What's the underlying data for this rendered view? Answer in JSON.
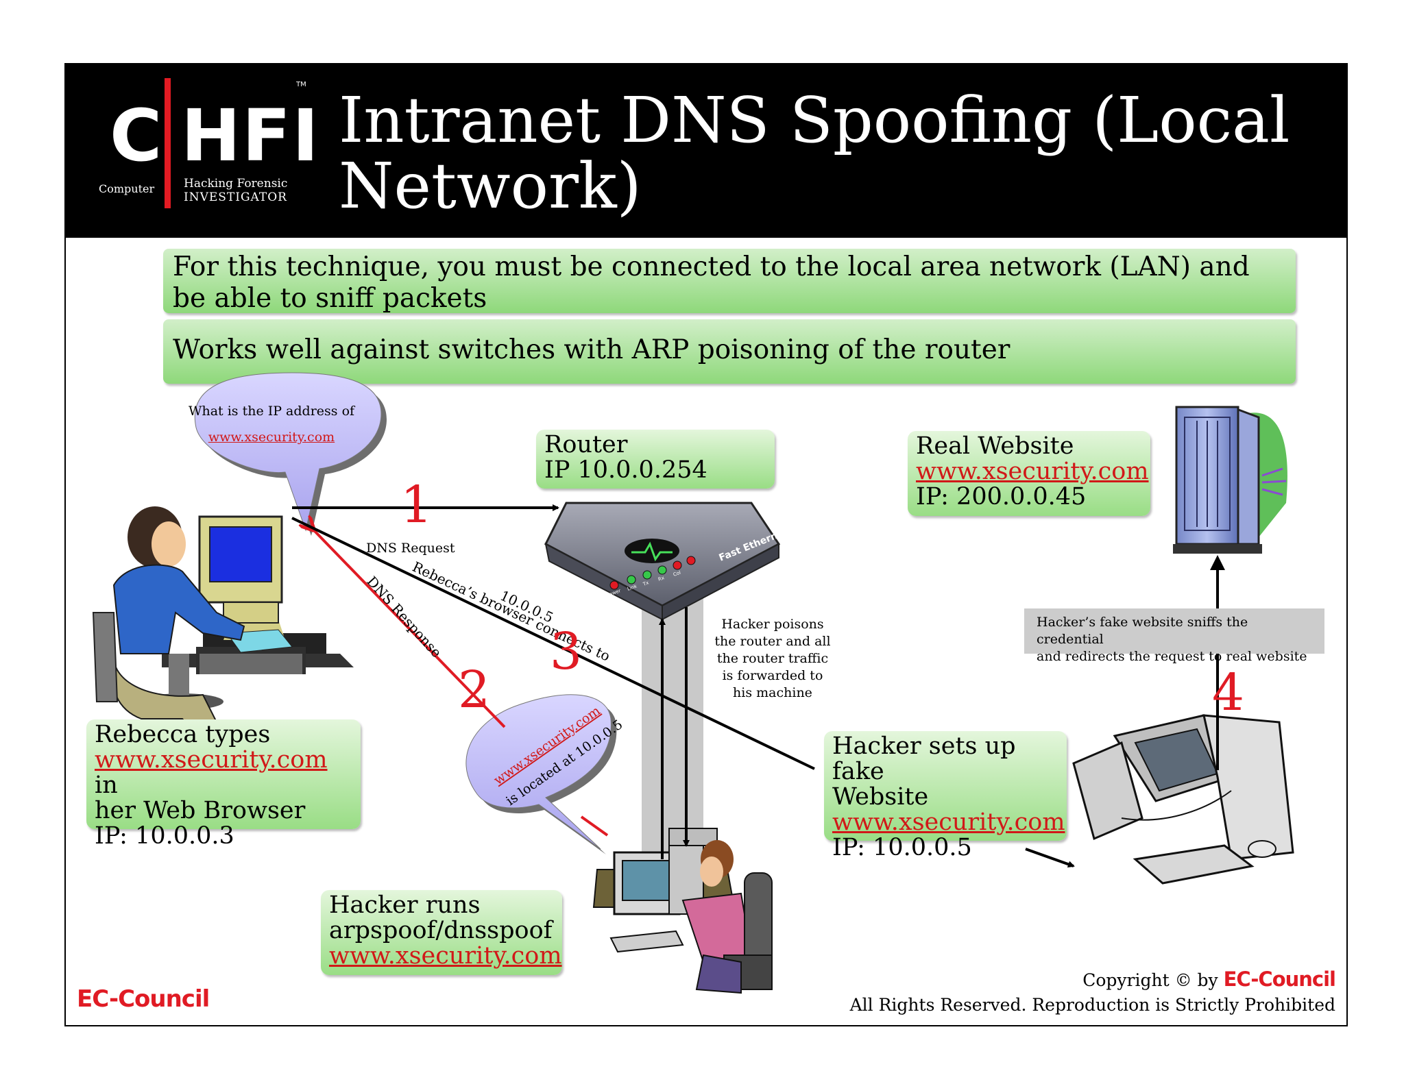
{
  "header": {
    "logo": {
      "letter_c": "C",
      "letters_hfi": "HFI",
      "tm": "TM",
      "computer": "Computer",
      "hacking_forensic": "Hacking Forensic",
      "investigator": "INVESTIGATOR"
    },
    "title": "Intranet DNS Spoofing (Local Network)"
  },
  "bullets": [
    "For this technique, you must be connected to the local area network (LAN) and be able to sniff packets",
    "Works well against switches with ARP poisoning of the router"
  ],
  "speech_bubble_1": {
    "line1": "What is the IP address of",
    "link": "www.xsecurity.com"
  },
  "speech_bubble_2": {
    "link": "www.xsecurity.com",
    "line2": "is located at 10.0.0.5"
  },
  "router_box": {
    "line1": "Router",
    "line2": "IP 10.0.0.254"
  },
  "router_device_label": "Fast Ethernet Router",
  "router_leds": [
    "Power",
    "Link",
    "Tx",
    "Rx",
    "Col"
  ],
  "real_site_box": {
    "line1": "Real Website",
    "link": "www.xsecurity.com",
    "line3": "IP: 200.0.0.45"
  },
  "rebecca_box": {
    "line1": "Rebecca types",
    "link": "www.xsecurity.com",
    "after_link": " in",
    "line3": "her Web Browser",
    "line4": "IP: 10.0.0.3"
  },
  "hacker_fake_box": {
    "line1": "Hacker sets up fake",
    "line2": "Website",
    "link": "www.xsecurity.com",
    "line4": "IP: 10.0.0.5"
  },
  "hacker_runs_box": {
    "line1": "Hacker runs",
    "line2": "arpspoof/dnsspoof",
    "link": "www.xsecurity.com"
  },
  "labels": {
    "dns_request": "DNS Request",
    "dns_response": "DNS Response",
    "browser_connects_1": "Rebecca’s browser connects to",
    "browser_connects_2": "10.0.0.5",
    "hacker_poisons": [
      "Hacker poisons",
      "the router and all",
      "the router traffic",
      "is forwarded to",
      "his machine"
    ],
    "fake_sniffs": [
      "Hacker’s fake website sniffs the credential",
      "and redirects the request to real website"
    ]
  },
  "steps": [
    "1",
    "2",
    "3",
    "4"
  ],
  "footer": {
    "ec_council_left": "EC-Council",
    "copyright": "Copyright © by",
    "ec_council_right": "EC-Council",
    "rights": "All Rights Reserved. Reproduction is Strictly Prohibited"
  }
}
